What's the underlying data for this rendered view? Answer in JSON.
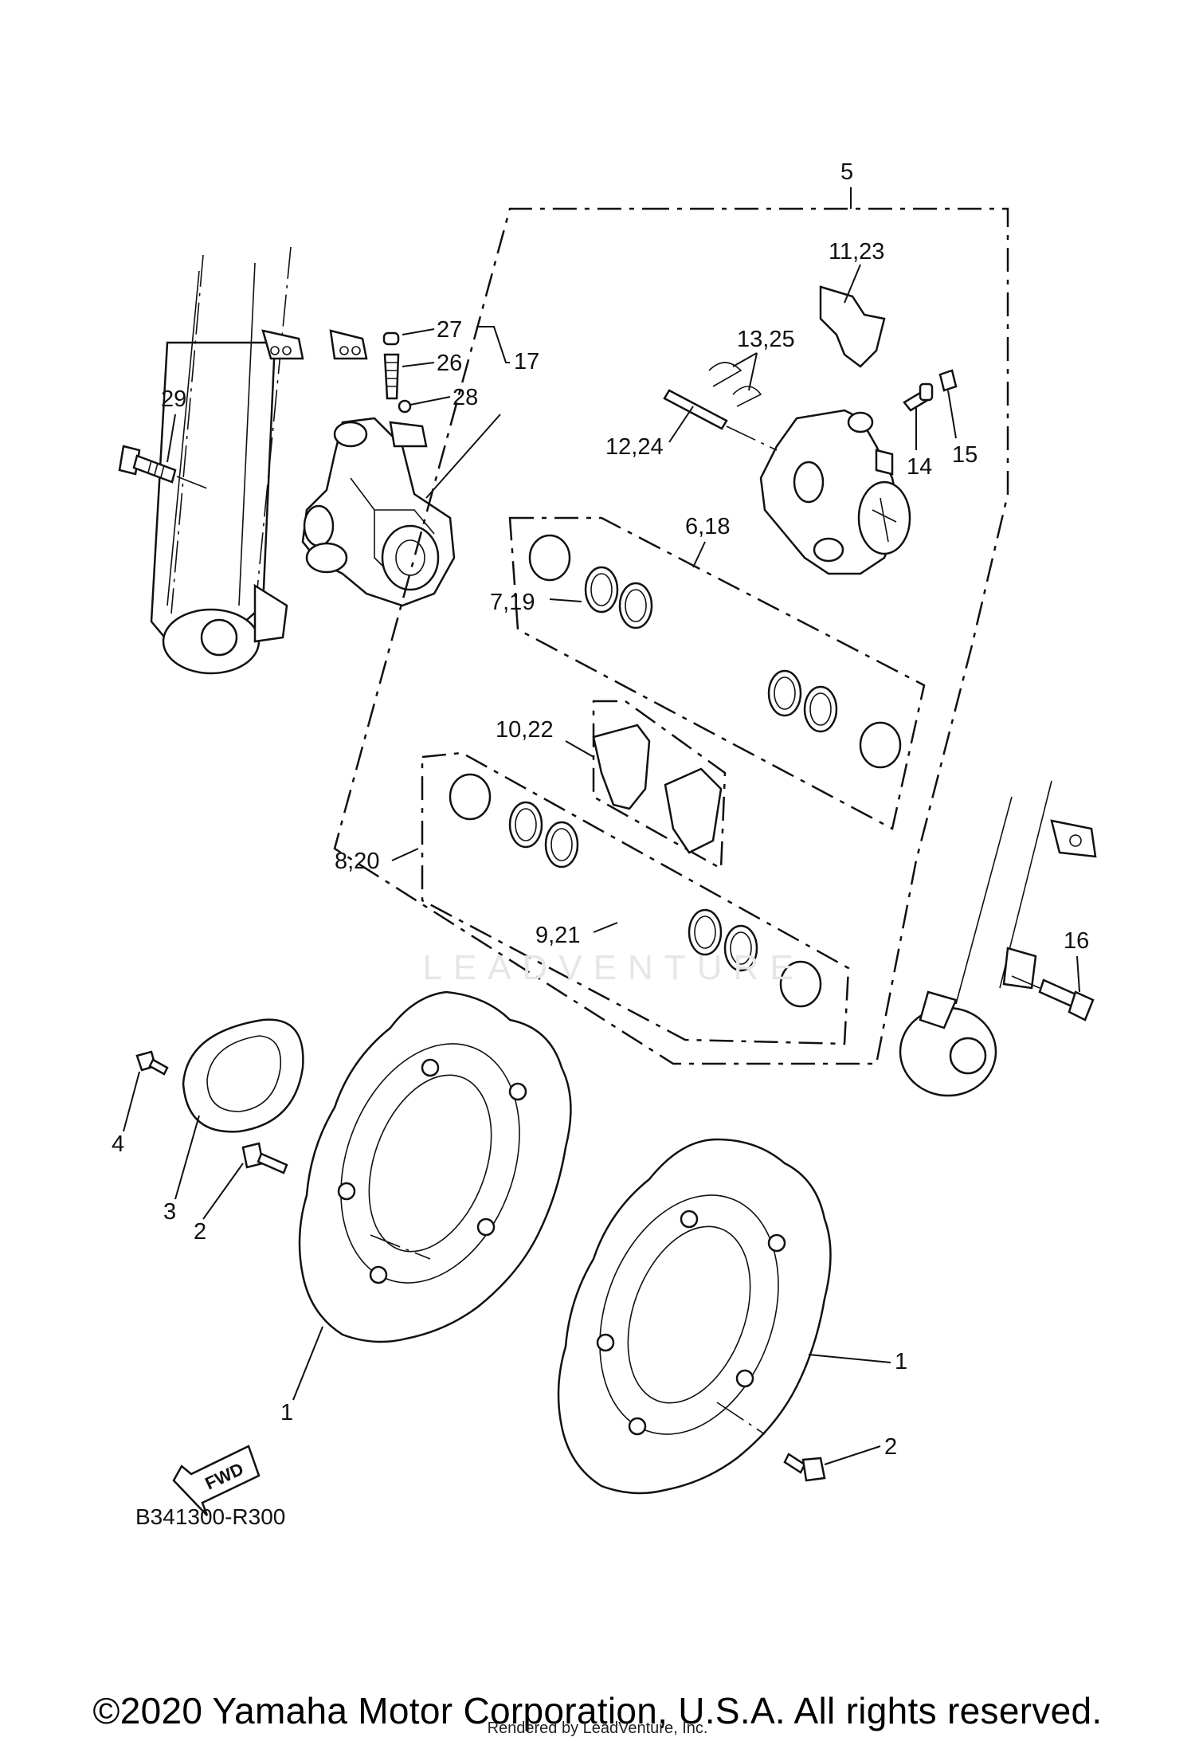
{
  "diagram_code": "B341300-R300",
  "fwd_label": "FWD",
  "copyright": "©2020 Yamaha Motor Corporation, U.S.A. All rights reserved.",
  "rendered_by": "Rendered by LeadVenture, Inc.",
  "watermark": "LEADVENTURE",
  "callouts": {
    "c1a": "1",
    "c1b": "1",
    "c2a": "2",
    "c2b": "2",
    "c3": "3",
    "c4": "4",
    "c5": "5",
    "c6_18": "6,18",
    "c7_19": "7,19",
    "c8_20": "8,20",
    "c9_21": "9,21",
    "c10_22": "10,22",
    "c11_23": "11,23",
    "c12_24": "12,24",
    "c13_25": "13,25",
    "c14": "14",
    "c15": "15",
    "c16": "16",
    "c17": "17",
    "c26": "26",
    "c27": "27",
    "c28": "28",
    "c29": "29"
  }
}
